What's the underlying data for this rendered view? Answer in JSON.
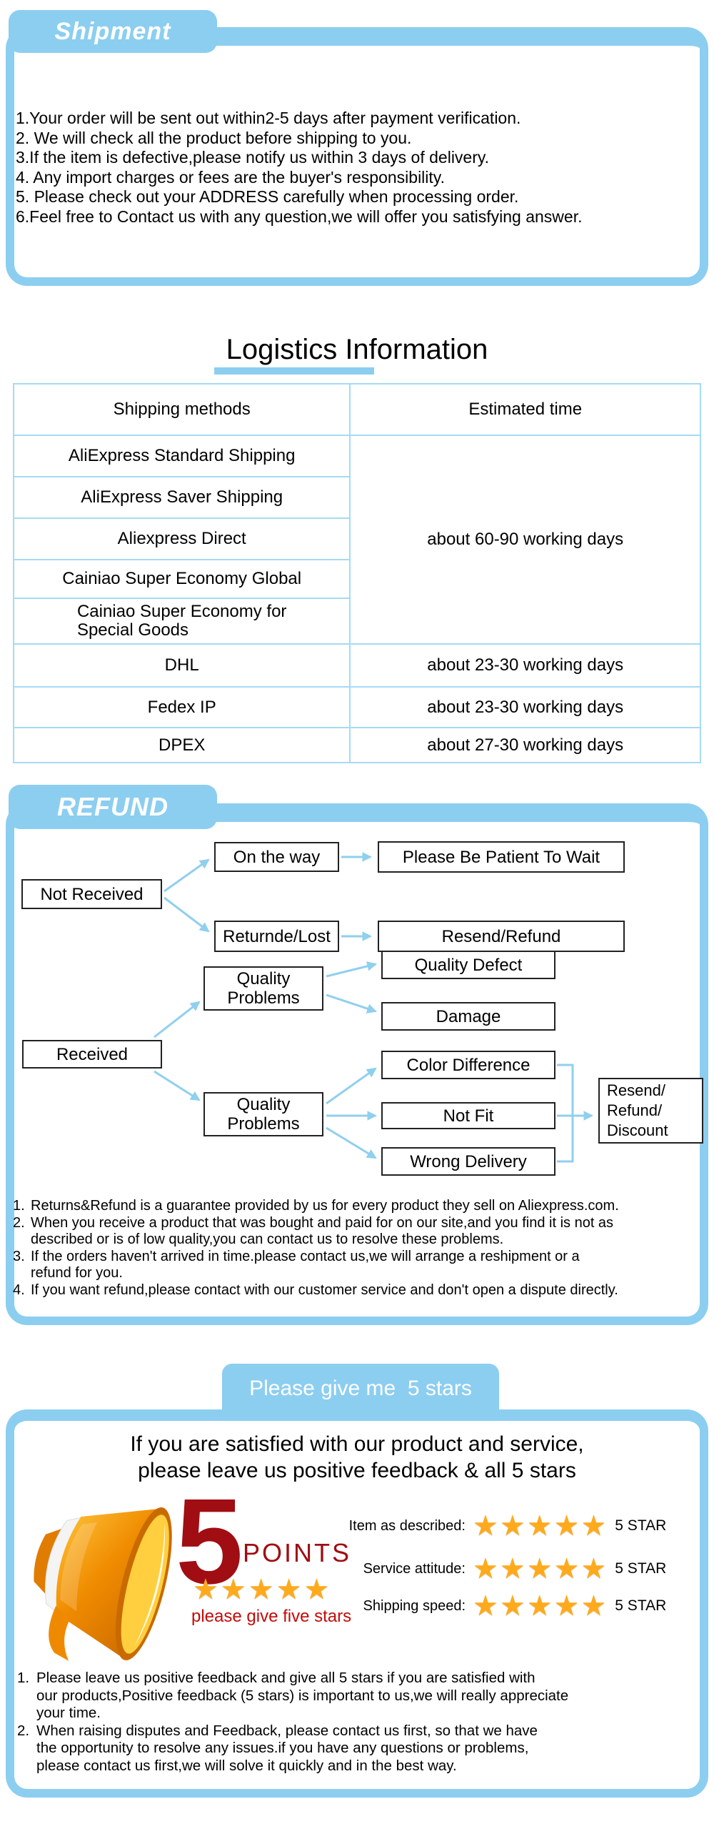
{
  "colors": {
    "blue": "#8ccef0",
    "table_border": "#a5dbf4",
    "arrow_blue": "#90cfee",
    "dark_red": "#a00d12",
    "red": "#c40a0a",
    "star_gold": "#ffaa1d"
  },
  "shipment": {
    "tab_label": "Shipment",
    "notes": [
      "1.Your order will be sent out within2-5 days after payment verification.",
      "2. We will check all the product before shipping to you.",
      "3.If the item is defective,please notify us within 3 days of delivery.",
      "4. Any import charges or fees are the buyer's responsibility.",
      "5. Please check out your ADDRESS carefully when processing order.",
      "6.Feel free to Contact us with any question,we will offer you satisfying answer."
    ]
  },
  "logistics": {
    "title": "Logistics Information",
    "table": {
      "col1_header": "Shipping methods",
      "col2_header": "Estimated time",
      "grouped_methods": [
        "AliExpress Standard Shipping",
        "AliExpress Saver Shipping",
        "Aliexpress Direct",
        "Cainiao Super Economy Global",
        "Cainiao Super Economy for\nSpecial Goods"
      ],
      "grouped_time": "about 60-90 working days",
      "extra_rows": [
        {
          "method": "DHL",
          "time": "about 23-30 working days"
        },
        {
          "method": "Fedex IP",
          "time": "about 23-30 working days"
        },
        {
          "method": "DPEX",
          "time": "about 27-30 working days"
        }
      ]
    }
  },
  "refund": {
    "tab_label": "REFUND",
    "flow": {
      "not_received": "Not Received",
      "on_the_way": "On the way",
      "wait": "Please Be Patient To Wait",
      "returned": "Returnde/Lost",
      "resend_refund": "Resend/Refund",
      "received": "Received",
      "quality_problems": "Quality\nProblems",
      "quality_defect": "Quality Defect",
      "damage": "Damage",
      "color_difference": "Color Difference",
      "not_fit": "Not Fit",
      "wrong_delivery": "Wrong Delivery",
      "resend_refund_discount": "Resend/\nRefund/\nDiscount"
    },
    "notes": [
      {
        "num": "1.",
        "text": "Returns&Refund is a guarantee provided by us for every product they sell on Aliexpress.com."
      },
      {
        "num": "2.",
        "text": "When you receive a product that was bought and paid for on our site,and you find it is not as\ndescribed or is of low quality,you can contact us to resolve these problems."
      },
      {
        "num": "3.",
        "text": "If the orders haven't arrived in time.please contact us,we will arrange a reshipment or a\nrefund for you."
      },
      {
        "num": "4.",
        "text": "If you want refund,please contact with our customer service and don't open a dispute directly."
      }
    ]
  },
  "stars": {
    "banner": "Please give me  5 stars",
    "heading_line1": "If you are satisfied with our product and service,",
    "heading_line2": "please leave us positive feedback & all 5 stars",
    "five": "5",
    "points": "POINTS",
    "big_stars": "★★★★★",
    "caption": "please give five stars",
    "ratings": [
      {
        "label": "Item as described:",
        "stars": "★★★★★",
        "value": "5 STAR"
      },
      {
        "label": "Service attitude:",
        "stars": "★★★★★",
        "value": "5 STAR"
      },
      {
        "label": "Shipping speed:",
        "stars": "★★★★★",
        "value": "5 STAR"
      }
    ],
    "notes": [
      {
        "num": "1.",
        "text": "Please leave us positive feedback and give all 5 stars if you are satisfied with\nour products,Positive feedback (5 stars) is important to us,we will really appreciate\nyour time."
      },
      {
        "num": "2.",
        "text": "When raising disputes and Feedback, please contact us first, so that we have\nthe opportunity to resolve any issues.if you have any questions or problems,\nplease contact us first,we will solve it quickly and in the best way."
      }
    ]
  }
}
